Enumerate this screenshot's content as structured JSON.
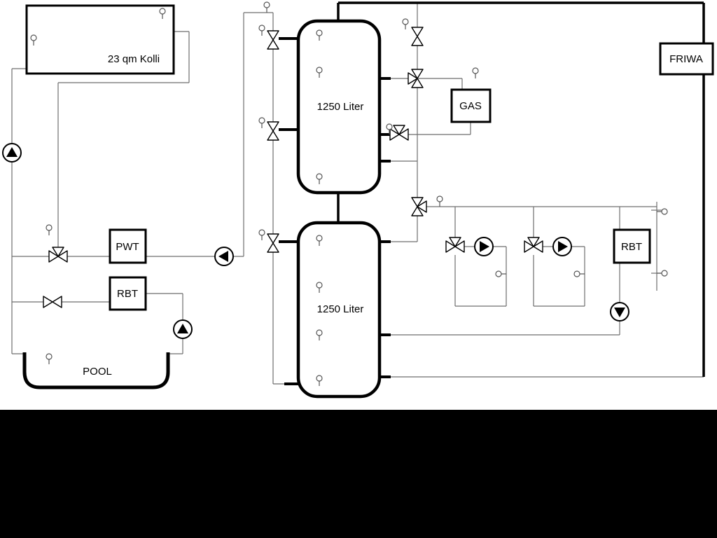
{
  "diagram": {
    "labels": {
      "collector": "23 qm Kolli",
      "tank_top": "1250 Liter",
      "tank_bottom": "1250 Liter",
      "gas": "GAS",
      "friwa": "FRIWA",
      "pwt": "PWT",
      "rbt_left": "RBT",
      "rbt_right": "RBT",
      "pool": "POOL"
    },
    "colors": {
      "background": "#000000",
      "canvas": "#ffffff",
      "line": "#000000",
      "thin_line": "#6e6e6e"
    },
    "icons": {
      "pump": "pump-icon",
      "valve": "valve-icon",
      "three_way_valve": "three-way-valve-icon",
      "sensor": "temp-sensor-icon"
    }
  }
}
